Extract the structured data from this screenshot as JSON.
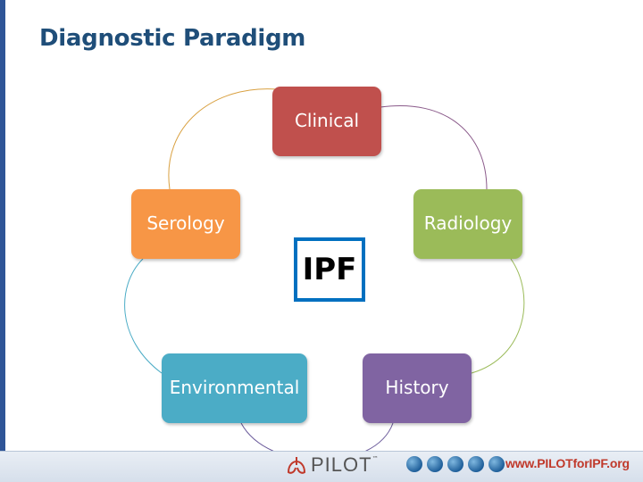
{
  "title": "Diagnostic Paradigm",
  "center_label": "IPF",
  "nodes": {
    "clinical": "Clinical",
    "serology": "Serology",
    "radiology": "Radiology",
    "environmental": "Environmental",
    "history": "History"
  },
  "colors": {
    "clinical": "#c0504d",
    "serology": "#f79646",
    "radiology": "#9bbb59",
    "environmental": "#4bacc6",
    "history": "#8064a2",
    "center_border": "#0070c0",
    "title": "#1f4e79"
  },
  "footer": {
    "logo_text": "PILOT",
    "logo_tm": "™",
    "website": "www.PILOTforIPF.org"
  }
}
